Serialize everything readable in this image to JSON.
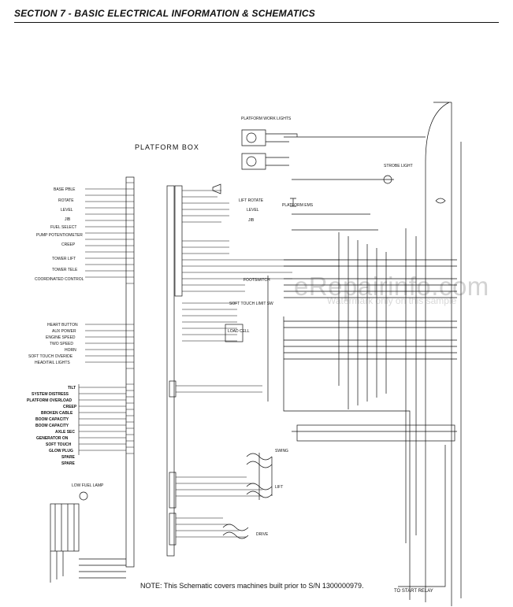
{
  "header": {
    "title": "SECTION 7 - BASIC ELECTRICAL INFORMATION & SCHEMATICS"
  },
  "diagram": {
    "platform_box_label": "PLATFORM BOX",
    "note": "NOTE: This Schematic covers machines built prior to S/N 1300000979.",
    "to_start_relay": "TO START RELAY"
  },
  "watermark": {
    "main": "eRepairinfo.com",
    "sub": "Watermark only on this sample"
  },
  "labels": {
    "platform_work_lights": "PLATFORM WORK LIGHTS",
    "strobe_light": "STROBE LIGHT",
    "lift_rotate": "LIFT ROTATE",
    "level": "LEVEL",
    "jib": "JIB",
    "footswitch": "FOOTSWITCH",
    "soft_touch": "SOFT TOUCH LIMIT SW",
    "load_cell": "LOAD CELL",
    "platform_ems": "PLATFORM EMS",
    "swing": "SWING",
    "lift": "LIFT",
    "drive": "DRIVE",
    "low_fuel_lamp": "LOW FUEL LAMP",
    "left_item": "BASE PBLE",
    "rotate": "ROTATE",
    "level_side": "LEVEL",
    "jib_side": "JIB",
    "fuel_select": "FUEL SELECT",
    "pump_pot": "PUMP POTENTIOMETER",
    "creep": "CREEP",
    "tower_lift": "TOWER LIFT",
    "tower_tele": "TOWER TELE",
    "coord": "COORDINATED CONTROL",
    "heart_button": "HEART BUTTON",
    "aux_power": "AUX POWER",
    "engine_speed": "ENGINE SPEED",
    "two_speed": "TWO SPEED",
    "horn": "HORN",
    "soft_touch_override": "SOFT TOUCH OVERIDE",
    "headlights": "HEAD/TAIL LIGHTS",
    "tilt": "TILT",
    "system_distress": "SYSTEM DISTRESS",
    "platform_overload": "PLATFORM OVERLOAD",
    "creep2": "CREEP",
    "broken_cable": "BROKEN CABLE",
    "boom_capacity": "BOOM CAPACITY",
    "boom_capacity2": "BOOM CAPACITY",
    "axle_sec": "AXLE SEC",
    "generator_on": "GENERATOR ON",
    "soft_touch2": "SOFT TOUCH",
    "glow_plug": "GLOW PLUG",
    "spare": "SPARE",
    "spare2": "SPARE"
  }
}
